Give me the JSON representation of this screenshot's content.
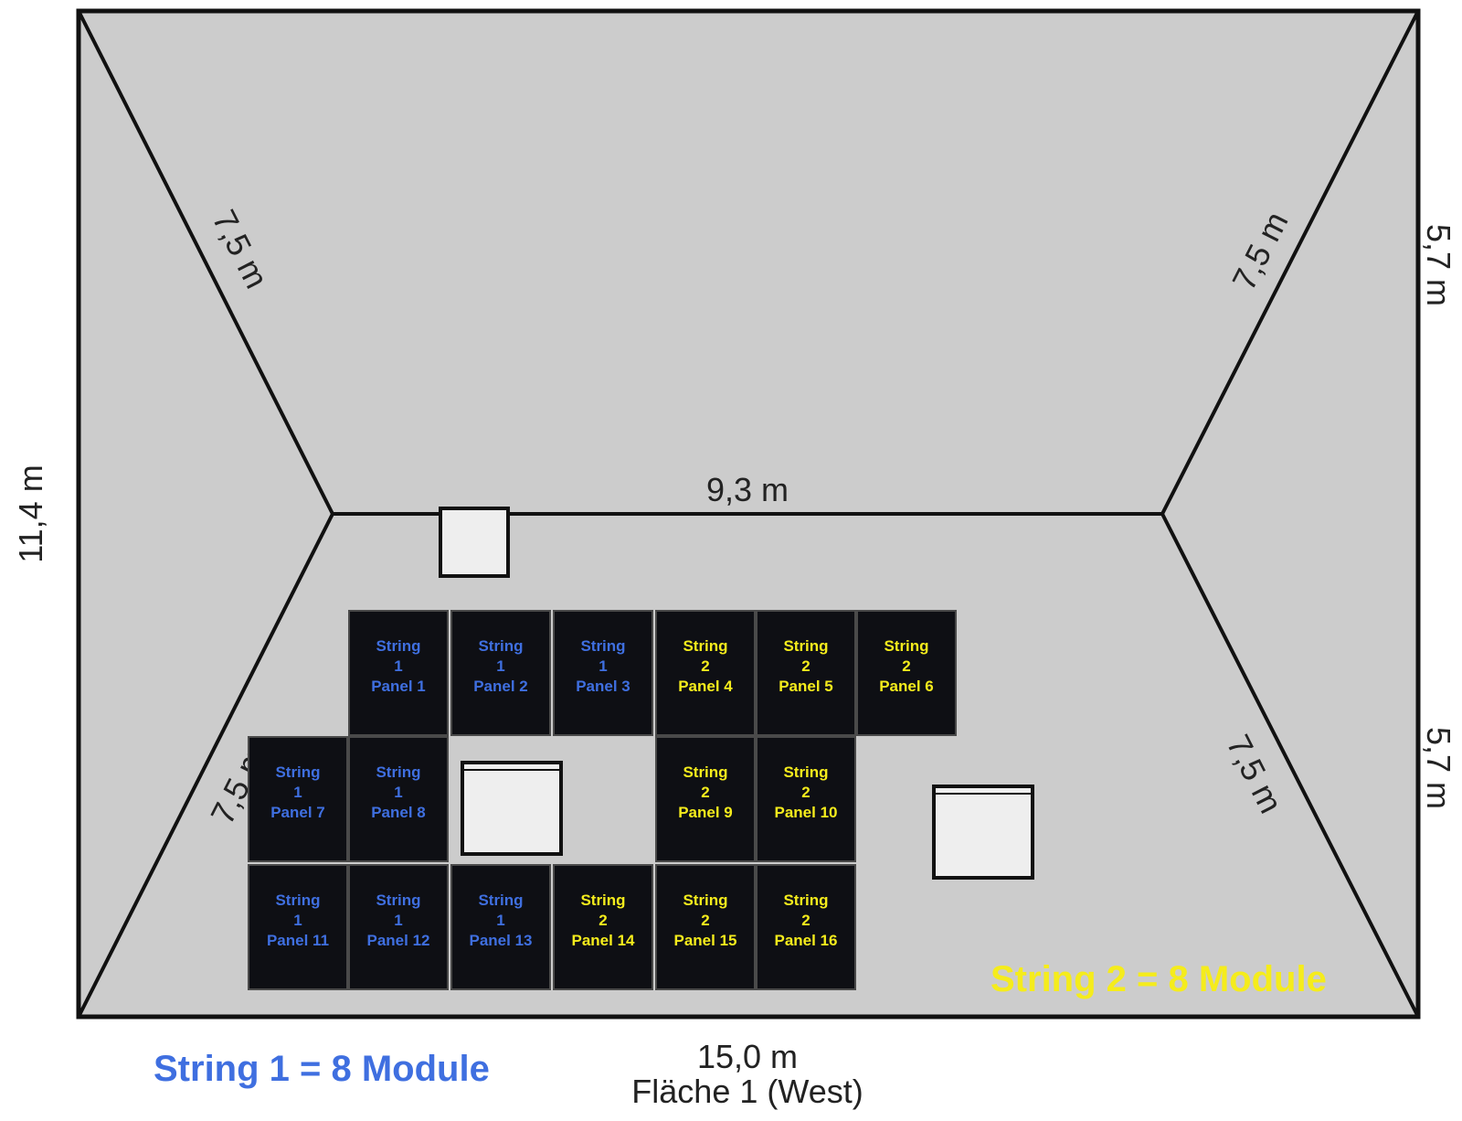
{
  "roof": {
    "dimensions": {
      "height_left": "11,4 m",
      "hip_top_left": "7,5 m",
      "hip_top_right": "7,5 m",
      "hip_bottom_left": "7,5 m",
      "hip_bottom_right": "7,5 m",
      "ridge": "9,3 m",
      "eave": "15,0 m",
      "right_upper": "5,7 m",
      "right_lower": "5,7 m"
    },
    "area_label": "Fläche 1 (West)"
  },
  "colors": {
    "roof_fill": "#cccccc",
    "roof_stroke": "#111111",
    "panel_fill": "#0e0f14",
    "panel_border": "#4a4a4a",
    "string1": "#3f6fe0",
    "string2": "#f5ec1c",
    "obstacle_fill": "#eeeeee"
  },
  "panels": [
    {
      "string": "String",
      "num": "1",
      "label": "Panel 1",
      "group": 1
    },
    {
      "string": "String",
      "num": "1",
      "label": "Panel 2",
      "group": 1
    },
    {
      "string": "String",
      "num": "1",
      "label": "Panel 3",
      "group": 1
    },
    {
      "string": "String",
      "num": "2",
      "label": "Panel 4",
      "group": 2
    },
    {
      "string": "String",
      "num": "2",
      "label": "Panel 5",
      "group": 2
    },
    {
      "string": "String",
      "num": "2",
      "label": "Panel 6",
      "group": 2
    },
    {
      "string": "String",
      "num": "1",
      "label": "Panel 7",
      "group": 1
    },
    {
      "string": "String",
      "num": "1",
      "label": "Panel 8",
      "group": 1
    },
    {
      "string": "String",
      "num": "2",
      "label": "Panel 9",
      "group": 2
    },
    {
      "string": "String",
      "num": "2",
      "label": "Panel 10",
      "group": 2
    },
    {
      "string": "String",
      "num": "1",
      "label": "Panel 11",
      "group": 1
    },
    {
      "string": "String",
      "num": "1",
      "label": "Panel 12",
      "group": 1
    },
    {
      "string": "String",
      "num": "1",
      "label": "Panel 13",
      "group": 1
    },
    {
      "string": "String",
      "num": "2",
      "label": "Panel 14",
      "group": 2
    },
    {
      "string": "String",
      "num": "2",
      "label": "Panel 15",
      "group": 2
    },
    {
      "string": "String",
      "num": "2",
      "label": "Panel 16",
      "group": 2
    }
  ],
  "legend": {
    "string1": "String 1 = 8 Module",
    "string2": "String 2 = 8 Module"
  }
}
